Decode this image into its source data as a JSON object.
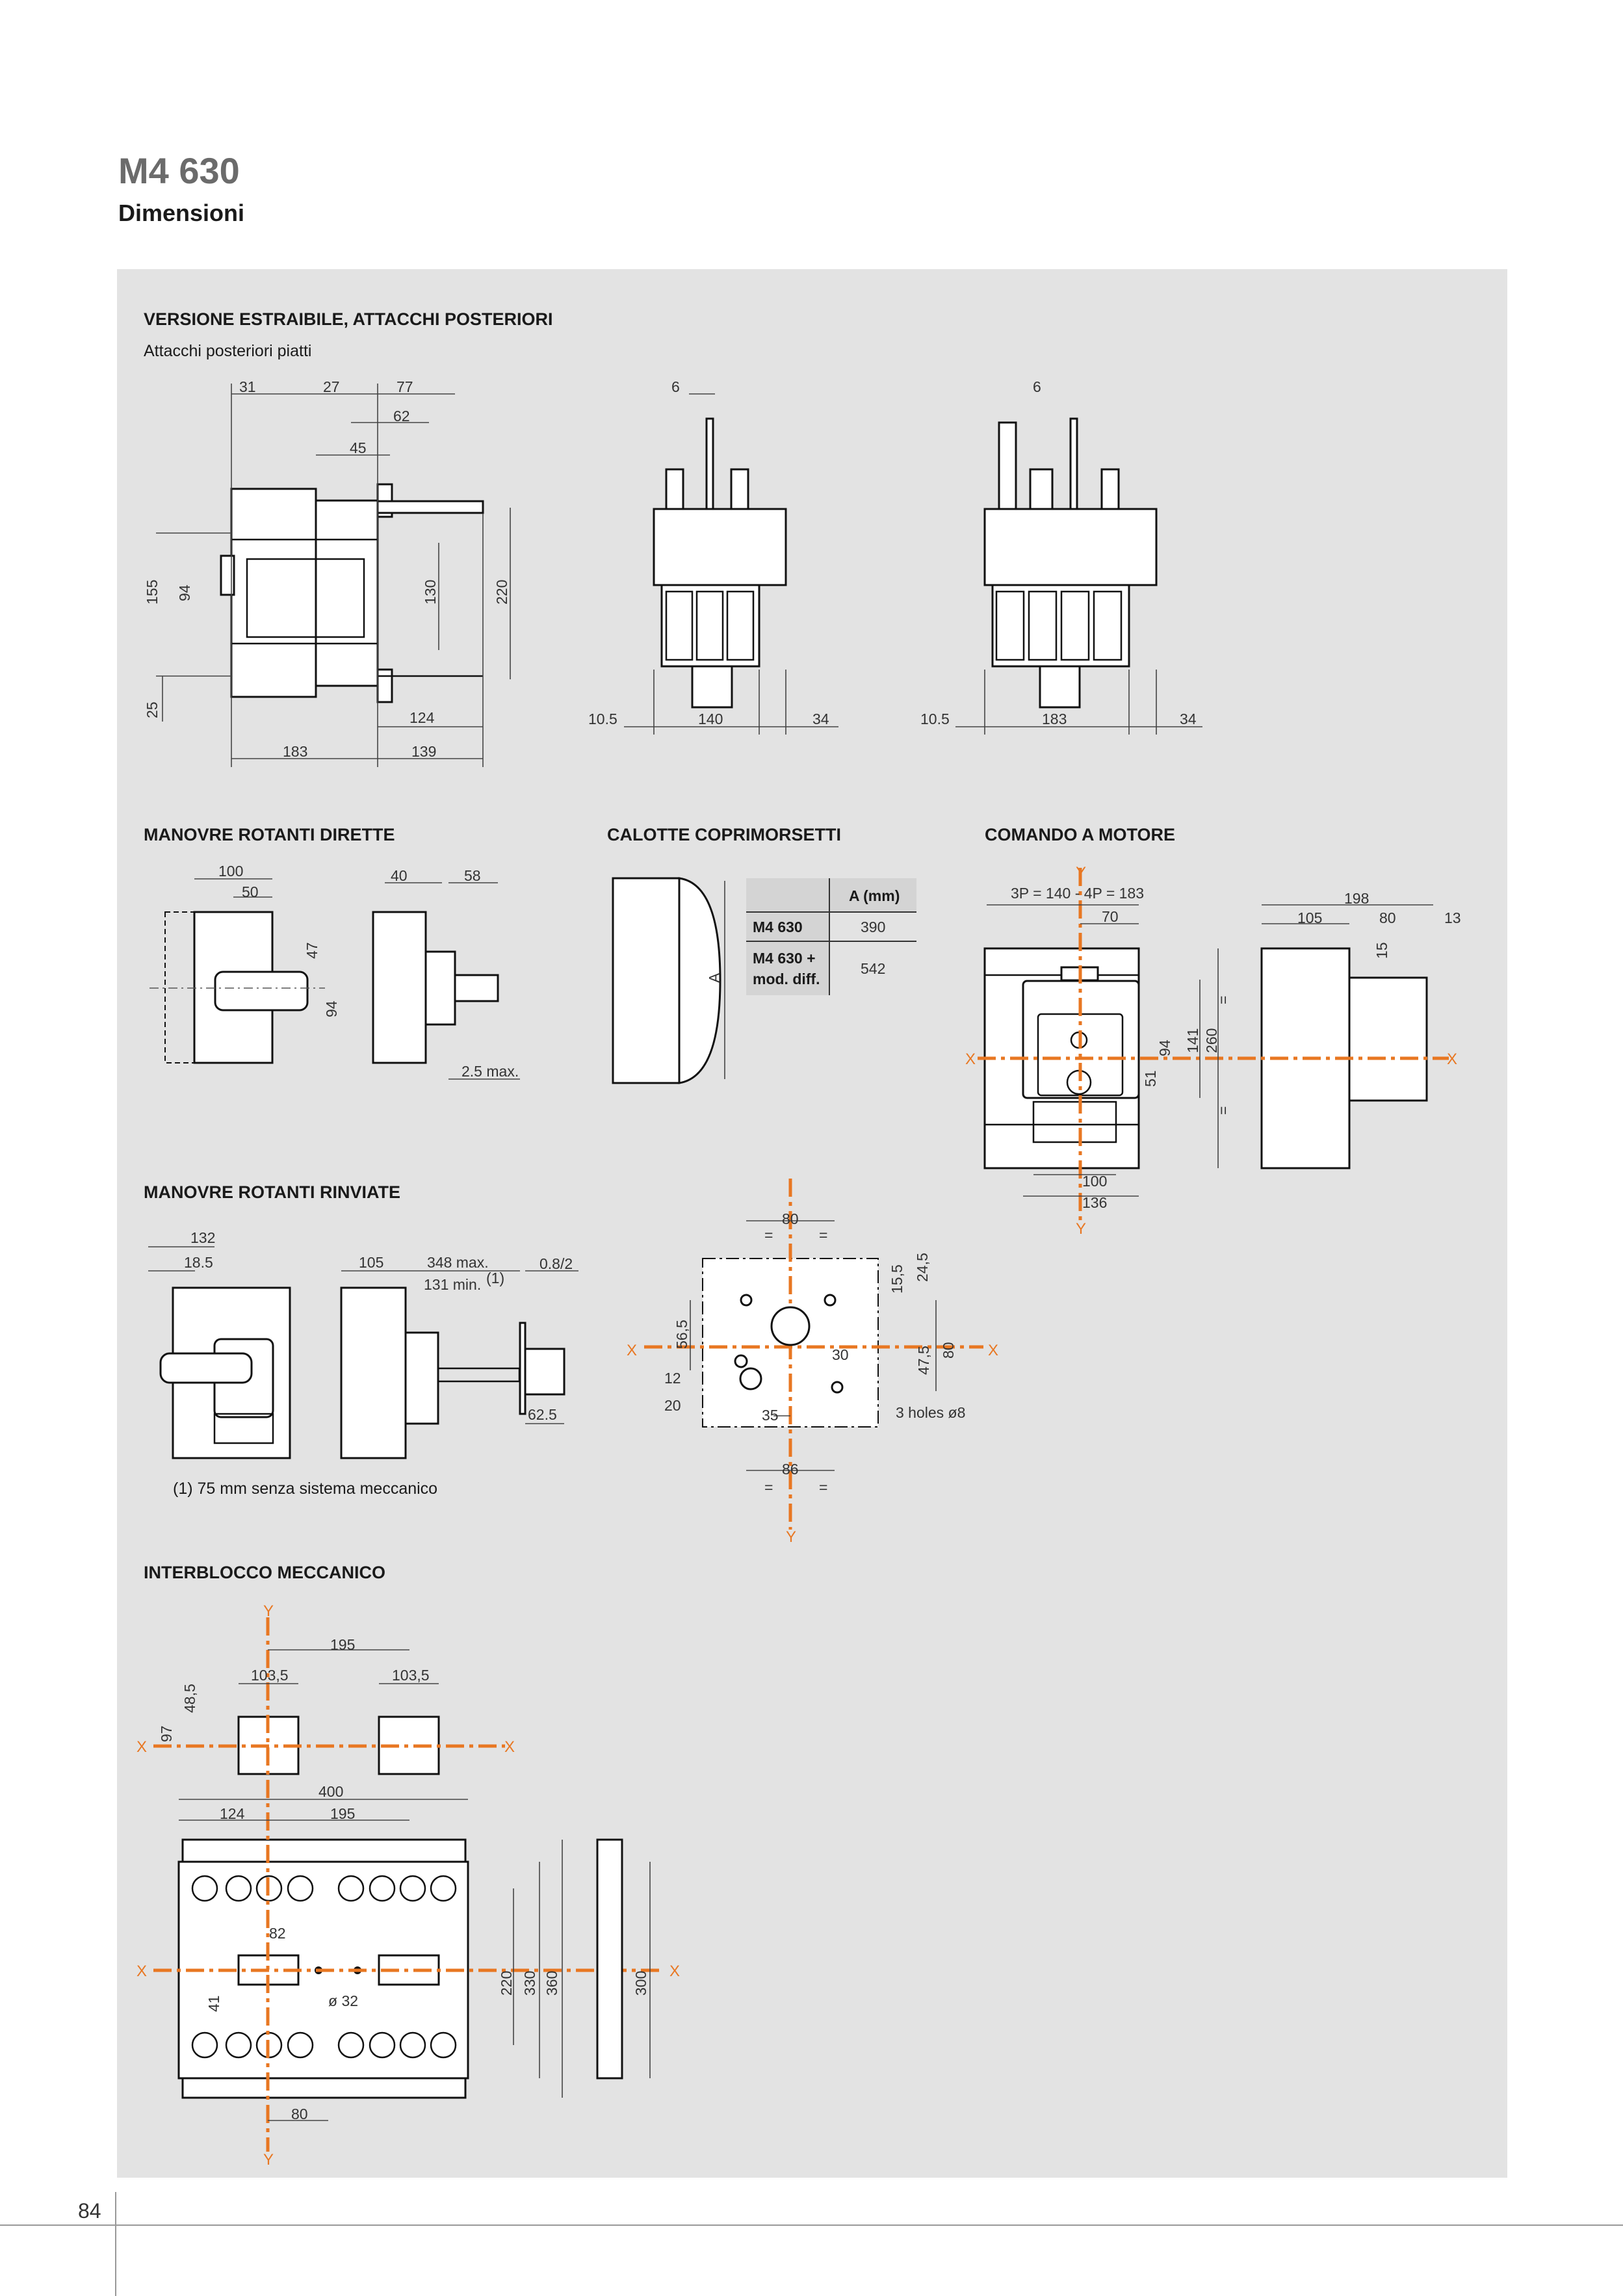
{
  "header": {
    "title": "M4 630",
    "subtitle": "Dimensioni"
  },
  "page_number": "84",
  "colors": {
    "panel": "#e3e3e3",
    "axis": "#e87722"
  },
  "s1": {
    "heading": "VERSIONE ESTRAIBILE, ATTACCHI POSTERIORI",
    "subheading": "Attacchi posteriori piatti",
    "left_dims": [
      "31",
      "27",
      "77",
      "62",
      "45",
      "155",
      "94",
      "130",
      "220",
      "25",
      "124",
      "183",
      "139"
    ],
    "mid_dims": [
      "6",
      "10.5",
      "140",
      "34"
    ],
    "right_dims": [
      "6",
      "10.5",
      "183",
      "34"
    ]
  },
  "s2": {
    "heading": "MANOVRE ROTANTI DIRETTE",
    "dims": [
      "100",
      "50",
      "47",
      "94",
      "40",
      "58",
      "2.5 max."
    ]
  },
  "s3": {
    "heading": "CALOTTE COPRIMORSETTI",
    "dim_a": "A",
    "table": {
      "header": [
        "",
        "A (mm)"
      ],
      "rows": [
        [
          "M4 630",
          "390"
        ],
        [
          "M4 630 +",
          "mod. diff.",
          "542"
        ]
      ]
    }
  },
  "s4": {
    "heading": "COMANDO A MOTORE",
    "dims": [
      "3P = 140  -  4P = 183",
      "70",
      "100",
      "136",
      "94",
      "141",
      "260",
      "51",
      "198",
      "105",
      "80",
      "13",
      "15"
    ],
    "axes": {
      "x": "X",
      "y": "Y"
    },
    "equal": "="
  },
  "s5": {
    "heading": "MANOVRE ROTANTI RINVIATE",
    "dims": [
      "132",
      "18.5",
      "105",
      "348 max.",
      "131 min.",
      "(1)",
      "0.8/2",
      "62.5"
    ],
    "footnote": "(1) 75 mm senza sistema meccanico"
  },
  "s6": {
    "dims": [
      "80",
      "86",
      "56,5",
      "12",
      "20",
      "35",
      "30",
      "15,5",
      "24,5",
      "47,5",
      "80",
      "3 holes ø8"
    ],
    "axes": {
      "x": "X",
      "y": "Y"
    },
    "equal": "="
  },
  "s7": {
    "heading": "INTERBLOCCO MECCANICO",
    "dims": [
      "195",
      "103,5",
      "103,5",
      "48,5",
      "97",
      "400",
      "124",
      "195",
      "82",
      "ø 32",
      "41",
      "220",
      "330",
      "360",
      "300",
      "80"
    ],
    "axes": {
      "x": "X",
      "y": "Y"
    }
  }
}
